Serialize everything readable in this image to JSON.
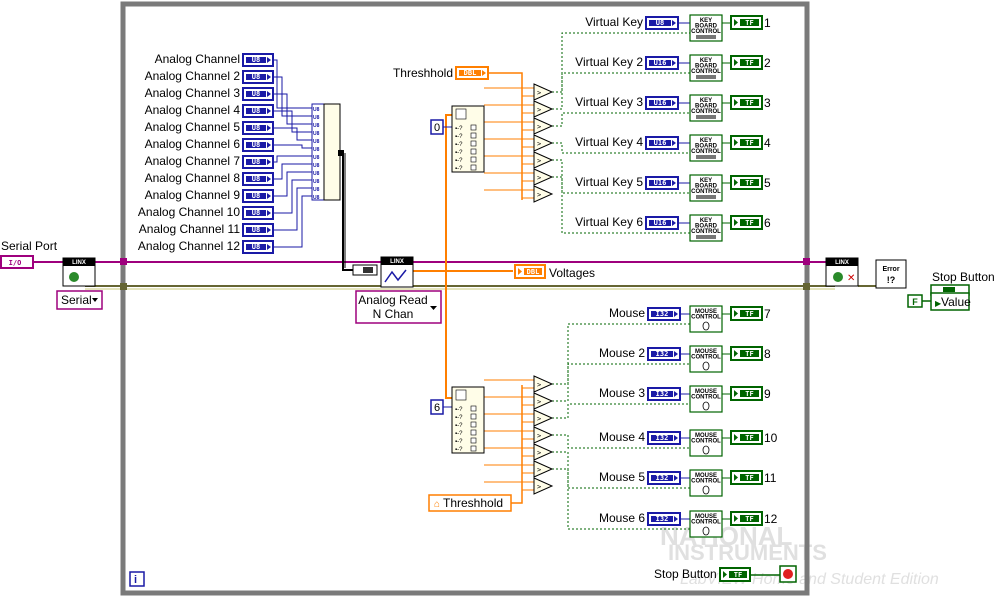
{
  "inputs": {
    "serial_port": "Serial Port",
    "serial_port_terminal": "I/O",
    "serial_ring": "Serial",
    "threshold": "Threshhold",
    "threshold_local": "Threshhold",
    "stop_button": "Stop Button",
    "stop_button_local": "Stop Button",
    "value_label": "Value",
    "false_const": "F",
    "index_const_top": "0",
    "index_const_bottom": "6",
    "voltages": "Voltages",
    "analog_read_line1": "Analog Read",
    "analog_read_line2": "N Chan",
    "linx_label": "LINX",
    "error_label": "Error"
  },
  "analog_channels": [
    "Analog Channel",
    "Analog Channel 2",
    "Analog Channel 3",
    "Analog Channel 4",
    "Analog Channel 5",
    "Analog Channel 6",
    "Analog Channel 7",
    "Analog Channel 8",
    "Analog Channel 9",
    "Analog Channel 10",
    "Analog Channel 11",
    "Analog Channel 12"
  ],
  "virtual_keys": [
    {
      "label": "Virtual Key",
      "type": "U8",
      "out": "1"
    },
    {
      "label": "Virtual Key 2",
      "type": "U16",
      "out": "2"
    },
    {
      "label": "Virtual Key 3",
      "type": "U16",
      "out": "3"
    },
    {
      "label": "Virtual Key 4",
      "type": "U16",
      "out": "4"
    },
    {
      "label": "Virtual Key 5",
      "type": "U16",
      "out": "5"
    },
    {
      "label": "Virtual Key 6",
      "type": "U16",
      "out": "6"
    }
  ],
  "mice": [
    {
      "label": "Mouse",
      "type": "I32",
      "out": "7"
    },
    {
      "label": "Mouse 2",
      "type": "I32",
      "out": "8"
    },
    {
      "label": "Mouse 3",
      "type": "I32",
      "out": "9"
    },
    {
      "label": "Mouse 4",
      "type": "I32",
      "out": "10"
    },
    {
      "label": "Mouse 5",
      "type": "I32",
      "out": "11"
    },
    {
      "label": "Mouse 6",
      "type": "I32",
      "out": "12"
    }
  ],
  "terms": {
    "u8": "U8",
    "u16": "U16",
    "i32": "I32",
    "tf": "TF",
    "dbl": "DBL",
    "kb1": "KEY",
    "kb2": "BOARD",
    "kb3": "CONTROL",
    "ms1": "MOUSE",
    "ms2": "CONTROL"
  },
  "watermark": {
    "line1": "NATIONAL",
    "line2": "INSTRUMENTS",
    "line3": "LabVIEW Home and Student Edition"
  },
  "colors": {
    "integer": "#1a1aa6",
    "boolean": "#006400",
    "double": "#ff7f00",
    "visa": "#9e007d",
    "cluster": "#666633",
    "loop": "#7a7a7a"
  }
}
